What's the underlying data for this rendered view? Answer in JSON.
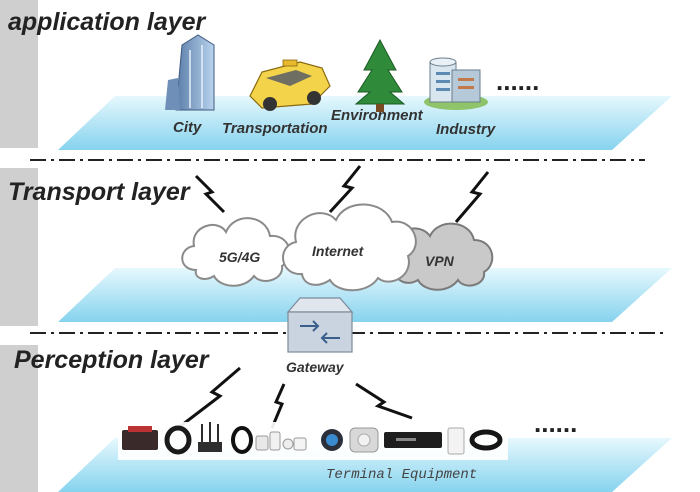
{
  "layers": {
    "application": {
      "title": "application layer",
      "items": [
        "City",
        "Transportation",
        "Environment",
        "Industry"
      ],
      "more": "......"
    },
    "transport": {
      "title": "Transport layer",
      "networks": [
        "5G/4G",
        "Internet",
        "VPN"
      ]
    },
    "perception": {
      "title": "Perception layer",
      "gateway": "Gateway",
      "terminal": "Terminal Equipment",
      "more": "......"
    }
  },
  "colors": {
    "plane_top": "#d9f3fb",
    "plane_bottom": "#7fd0ec",
    "side_bar": "#c8c8c8",
    "cloud_light": "#ffffff",
    "cloud_dark": "#c9c9c9"
  }
}
